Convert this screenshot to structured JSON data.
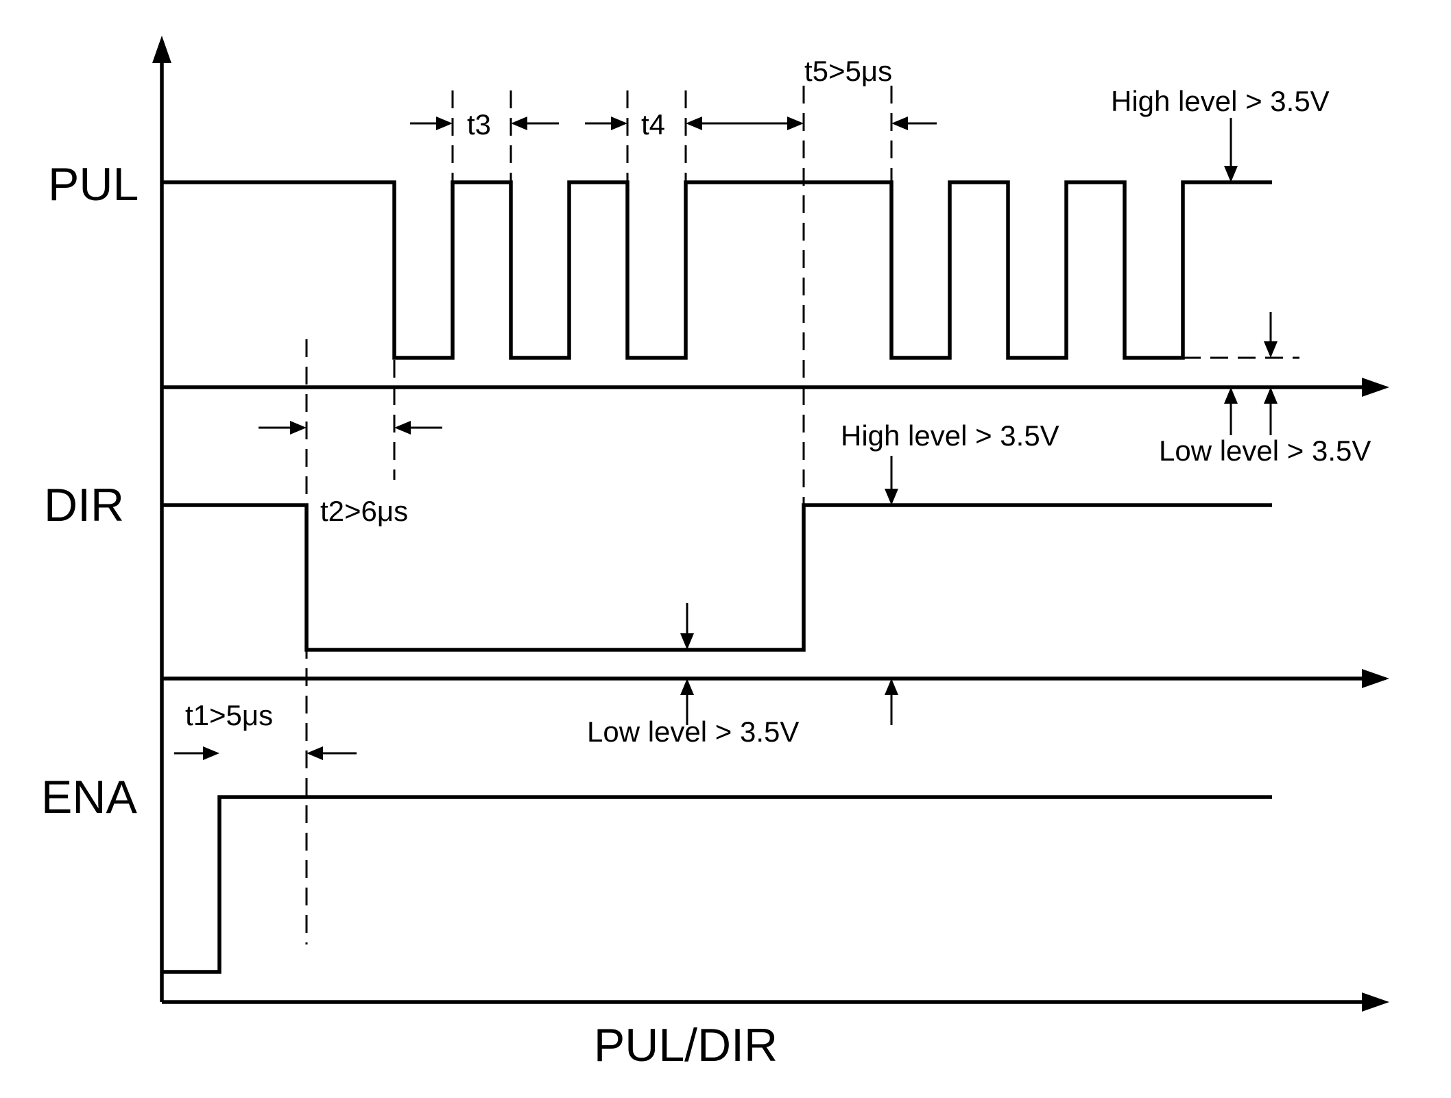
{
  "signals": {
    "pul": "PUL",
    "dir": "DIR",
    "ena": "ENA"
  },
  "x_axis_label": "PUL/DIR",
  "annotations": {
    "t1": "t1>5μs",
    "t2": "t2>6μs",
    "t3": "t3",
    "t4": "t4",
    "t5": "t5>5μs",
    "pul_high": "High level > 3.5V",
    "pul_low": "Low level > 3.5V",
    "dir_high": "High level > 3.5V",
    "dir_low": "Low level > 3.5V"
  }
}
